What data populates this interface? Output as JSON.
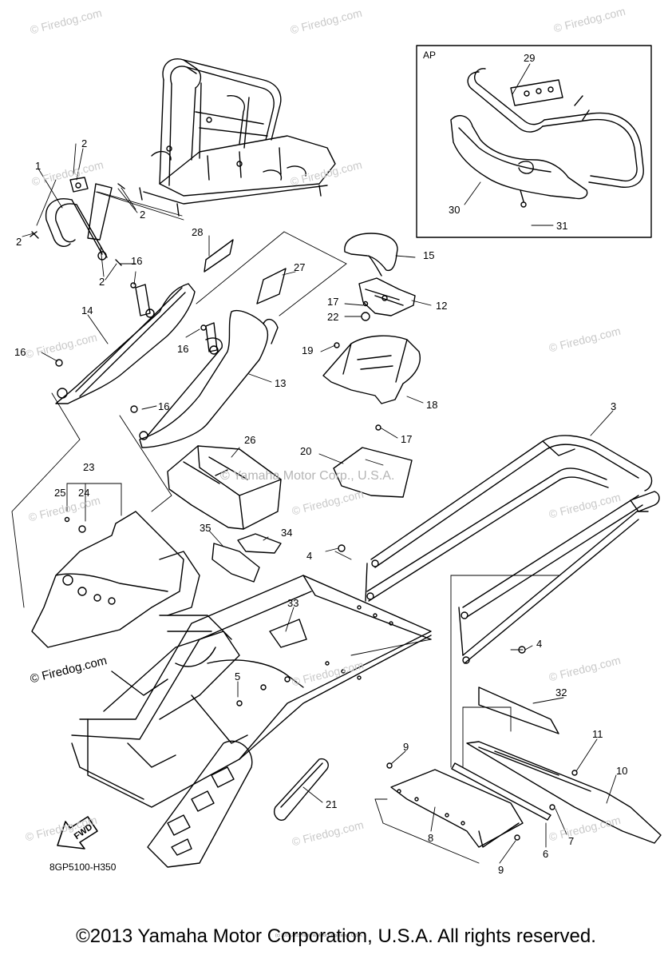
{
  "inset": {
    "label": "AP"
  },
  "callouts": [
    {
      "id": "c1",
      "text": "1"
    },
    {
      "id": "c2a",
      "text": "2"
    },
    {
      "id": "c2b",
      "text": "2"
    },
    {
      "id": "c2c",
      "text": "2"
    },
    {
      "id": "c2d",
      "text": "2"
    },
    {
      "id": "c3",
      "text": "3"
    },
    {
      "id": "c4a",
      "text": "4"
    },
    {
      "id": "c4b",
      "text": "4"
    },
    {
      "id": "c5",
      "text": "5"
    },
    {
      "id": "c6",
      "text": "6"
    },
    {
      "id": "c7",
      "text": "7"
    },
    {
      "id": "c8",
      "text": "8"
    },
    {
      "id": "c9a",
      "text": "9"
    },
    {
      "id": "c9b",
      "text": "9"
    },
    {
      "id": "c10",
      "text": "10"
    },
    {
      "id": "c11",
      "text": "11"
    },
    {
      "id": "c12",
      "text": "12"
    },
    {
      "id": "c13",
      "text": "13"
    },
    {
      "id": "c14",
      "text": "14"
    },
    {
      "id": "c15",
      "text": "15"
    },
    {
      "id": "c16a",
      "text": "16"
    },
    {
      "id": "c16b",
      "text": "16"
    },
    {
      "id": "c16c",
      "text": "16"
    },
    {
      "id": "c16d",
      "text": "16"
    },
    {
      "id": "c17a",
      "text": "17"
    },
    {
      "id": "c17b",
      "text": "17"
    },
    {
      "id": "c18",
      "text": "18"
    },
    {
      "id": "c19",
      "text": "19"
    },
    {
      "id": "c20",
      "text": "20"
    },
    {
      "id": "c21",
      "text": "21"
    },
    {
      "id": "c22",
      "text": "22"
    },
    {
      "id": "c23",
      "text": "23"
    },
    {
      "id": "c24",
      "text": "24"
    },
    {
      "id": "c25",
      "text": "25"
    },
    {
      "id": "c26",
      "text": "26"
    },
    {
      "id": "c27",
      "text": "27"
    },
    {
      "id": "c28",
      "text": "28"
    },
    {
      "id": "c29",
      "text": "29"
    },
    {
      "id": "c30",
      "text": "30"
    },
    {
      "id": "c31",
      "text": "31"
    },
    {
      "id": "c32",
      "text": "32"
    },
    {
      "id": "c33",
      "text": "33"
    },
    {
      "id": "c34",
      "text": "34"
    },
    {
      "id": "c35",
      "text": "35"
    }
  ],
  "drawing_code": "8GP5100-H350",
  "fwd_label": "FWD",
  "watermark": {
    "text": "© Firedog.com",
    "strong_text": "© Firedog.com",
    "center_text": "© Yamaha Motor Corp., U.S.A."
  },
  "tiny_copyright": "(c) 2005-2015 Yamaha Motor Corporation, U.S.A.",
  "footer": {
    "copyright": "©2013 Yamaha Motor Corporation, U.S.A. All rights reserved."
  }
}
